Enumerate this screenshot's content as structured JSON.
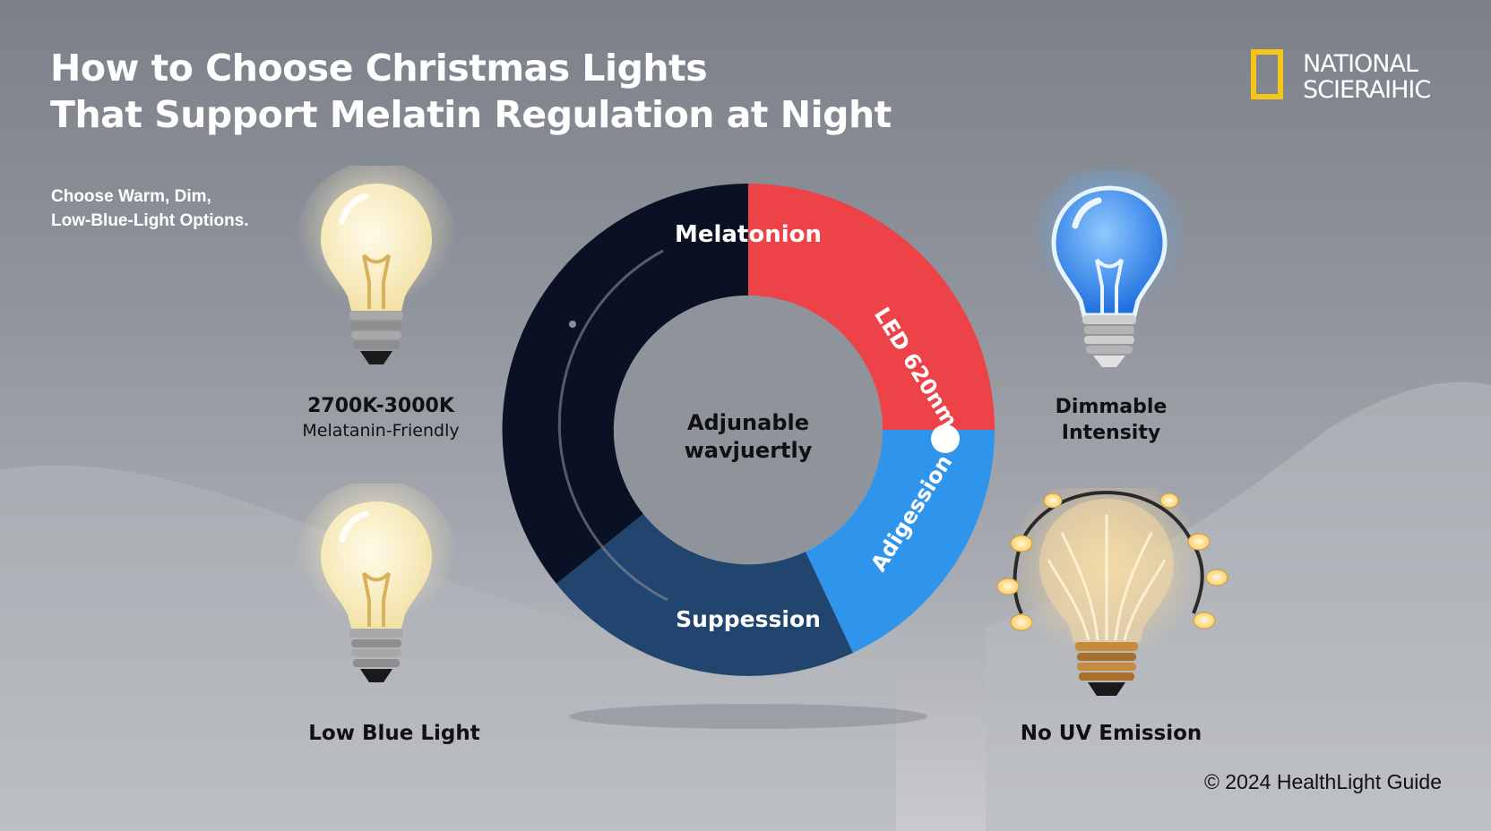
{
  "header": {
    "title_line1": "How to Choose Christmas Lights",
    "title_line2": "That Support Melatin Regulation at Night"
  },
  "subtitle": {
    "line1": "Choose Warm, Dim,",
    "line2": "Low-Blue-Light Options."
  },
  "logo": {
    "line1": "NATIONAL",
    "line2": "SCIERAIHIC",
    "accent": "#f5c518"
  },
  "features": {
    "warm": {
      "line1": "2700K-3000K",
      "line2": "Melatanin-Friendly"
    },
    "dimmable": {
      "line1": "Dimmable",
      "line2": "Intensity"
    },
    "low_blue": {
      "line1": "Low Blue Light"
    },
    "no_uv": {
      "line1": "No UV Emission"
    }
  },
  "ring": {
    "center_line1": "Adjunable",
    "center_line2": "wavjuertly",
    "segments": [
      {
        "label": "Melatonion",
        "color": "#0b1124"
      },
      {
        "label": "LED 620nm",
        "color": "#ee4249"
      },
      {
        "label": "Adigession",
        "color": "#2f95ec"
      },
      {
        "label": "Suppession",
        "color": "#22456f"
      }
    ]
  },
  "footer": {
    "copyright": "© 2024 HealthLight Guide"
  }
}
